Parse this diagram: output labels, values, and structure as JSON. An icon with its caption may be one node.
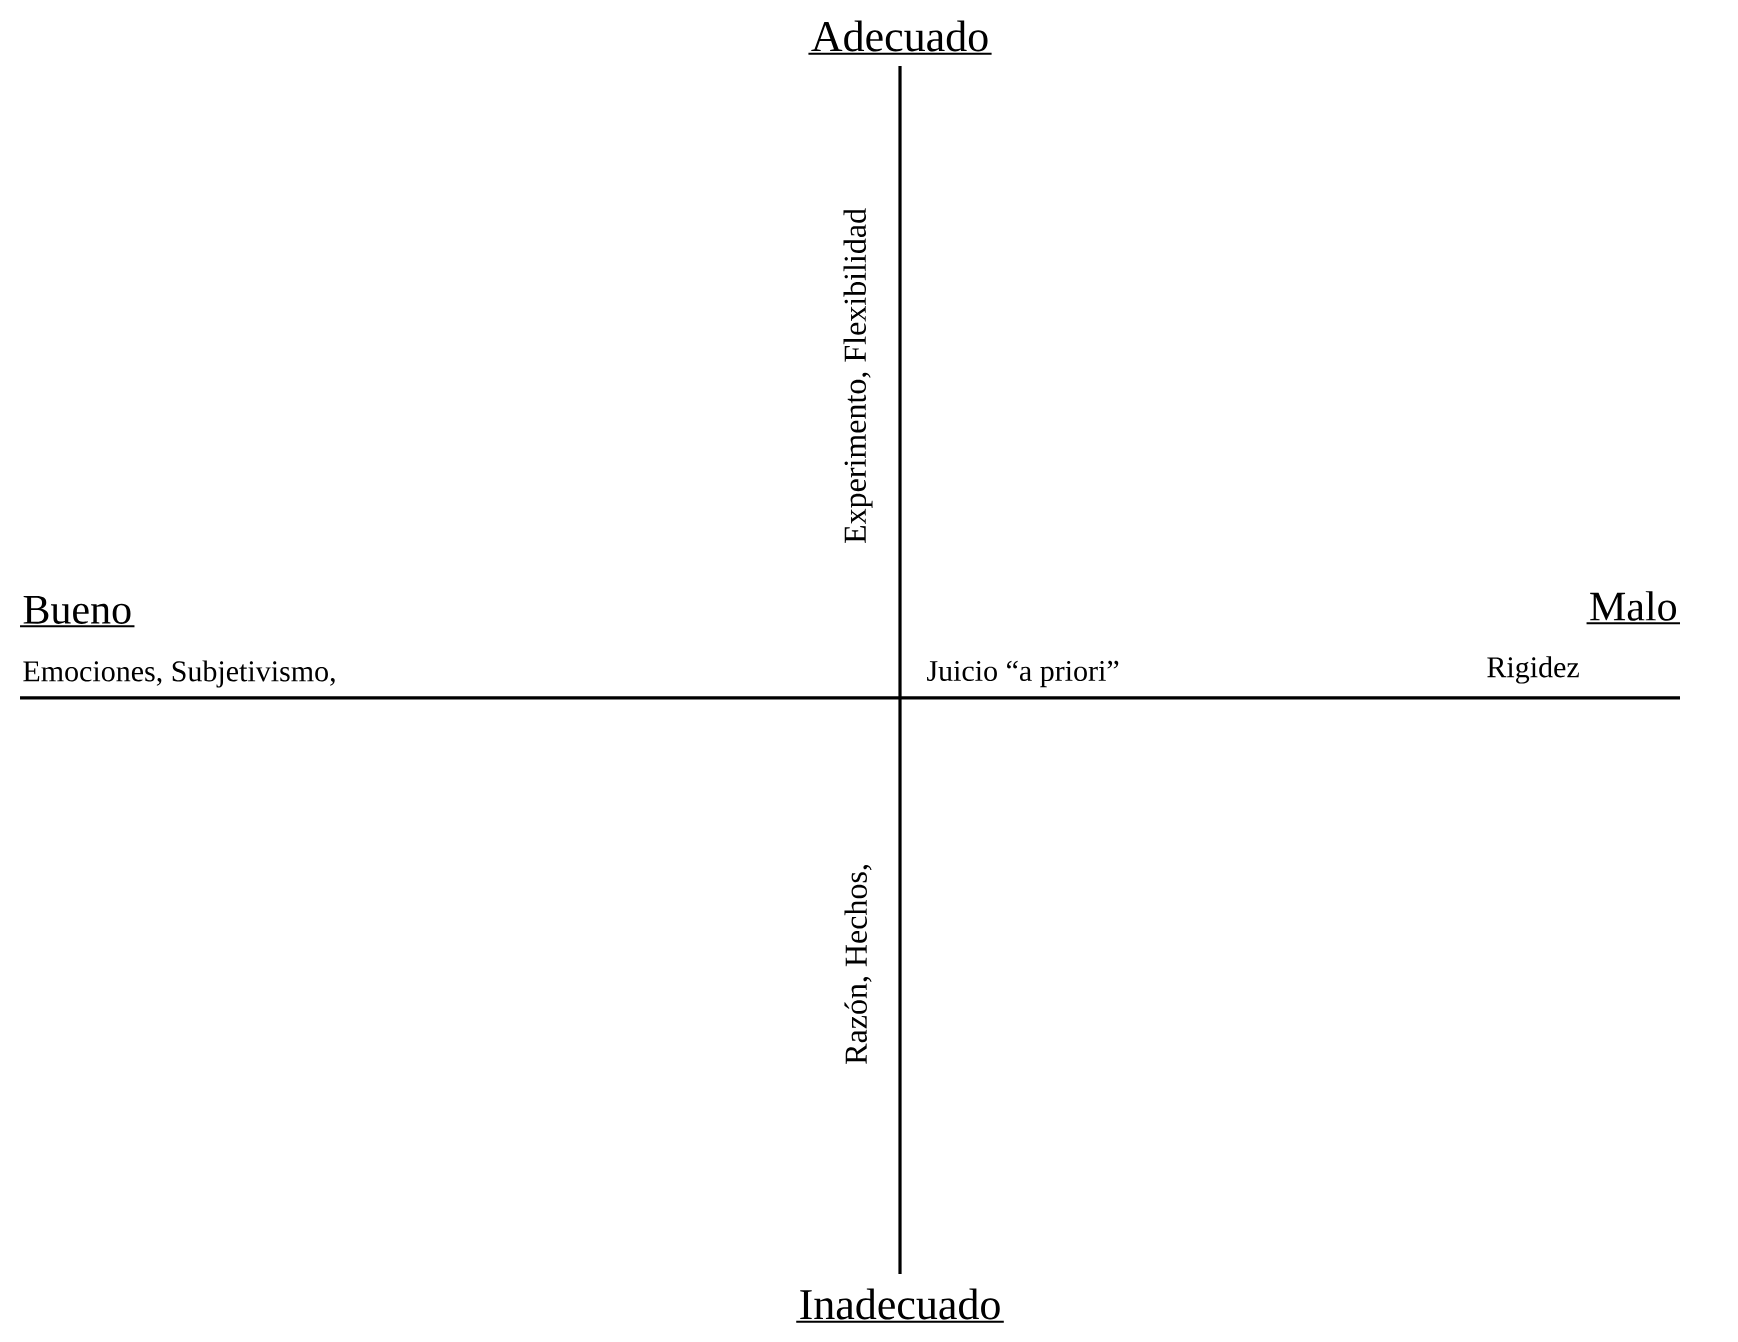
{
  "diagram": {
    "labels": [
      "Adecuado",
      "Experimento, Flexibilidad",
      "Bueno",
      "Malo",
      "Emociones, Subjetivismo,",
      "Juicio “a priori”",
      "Rigidez",
      "Razón, Hechos,",
      "Inadecuado"
    ]
  }
}
